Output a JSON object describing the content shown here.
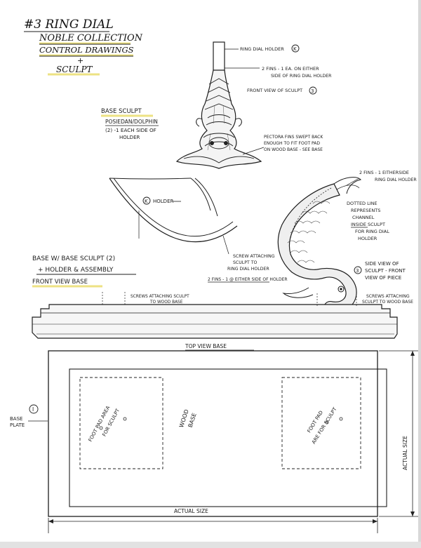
{
  "title": {
    "line1": "#3 RING DIAL",
    "line2": "NOBLE COLLECTION",
    "line3": "CONTROL DRAWINGS",
    "line4": "+",
    "line5": "SCULPT"
  },
  "front_view": {
    "ring_dial_holder": "RING DIAL HOLDER",
    "ring_dial_holder_ref": "K",
    "fins_line1": "2 FINS - 1 EA. ON EITHER",
    "fins_line2": "SIDE OF RING DIAL HOLDER",
    "front_view_sculpt": "FRONT VIEW OF SCULPT",
    "front_view_sculpt_ref": "3",
    "base_sculpt": "BASE SCULPT",
    "base_sculpt_name": "POSIEDAN/DOLPHIN",
    "base_sculpt_qty": "(2) -1 EACH SIDE OF",
    "base_sculpt_qty2": "HOLDER",
    "pectora_line1": "PECTORA FINS SWEPT BACK",
    "pectora_line2": "ENOUGH TO FIT FOOT PAD",
    "pectora_line3": "ON WOOD BASE - SEE BASE"
  },
  "side_view": {
    "fins_line1": "2 FINS - 1 EITHERSIDE",
    "fins_line2": "RING DIAL HOLDER",
    "holder_ref": "K",
    "holder_label": "HOLDER",
    "dotted_line1": "DOTTED LINE",
    "dotted_line2": "REPRESENTS",
    "dotted_line3": "CHANNEL",
    "dotted_line4": "INSIDE SCULPT",
    "dotted_line5": "FOR RING DIAL",
    "dotted_line6": "HOLDER",
    "screw_line1": "SCREW ATTACHING",
    "screw_line2": "SCULPT TO",
    "screw_line3": "RING DIAL HOLDER",
    "fins_either": "2 FINS - 1 @ EITHER SIDE OF HOLDER",
    "side_view_ref": "3",
    "side_view_line1": "SIDE VIEW OF",
    "side_view_line2": "SCULPT - FRONT",
    "side_view_line3": "VIEW OF PIECE"
  },
  "base_assembly": {
    "line1": "BASE W/ BASE SCULPT (2)",
    "line2": "+ HOLDER & ASSEMBLY",
    "line3": "FRONT VIEW BASE",
    "screws_left1": "SCREWS ATTACHING SCULPT",
    "screws_left2": "TO WOOD BASE",
    "screws_right1": "SCREWS ATTACHING",
    "screws_right2": "SCULPT TO WOOD BASE"
  },
  "top_view": {
    "title": "TOP VIEW BASE",
    "wood_base1": "WOOD",
    "wood_base2": "BASE",
    "pad_left1": "FOOT PAD AREA",
    "pad_left2": "FOR SCULPT",
    "pad_right1": "FOOT PAD",
    "pad_right2": "ARE FOR SCULPT",
    "base_plate_ref": "I",
    "base_plate1": "BASE",
    "base_plate2": "PLATE",
    "actual_size_h": "ACTUAL SIZE",
    "actual_size_v": "ACTUAL SIZE"
  }
}
